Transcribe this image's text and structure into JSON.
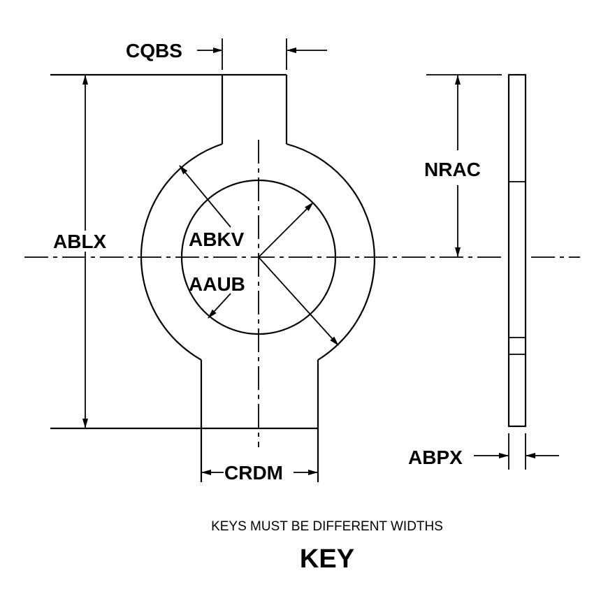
{
  "dimensions": {
    "cqbs": "CQBS",
    "ablx": "ABLX",
    "abkv": "ABKV",
    "aaub": "AAUB",
    "crdm": "CRDM",
    "nrac": "NRAC",
    "abpx": "ABPX"
  },
  "caption": "KEYS MUST BE DIFFERENT WIDTHS",
  "title": "KEY"
}
